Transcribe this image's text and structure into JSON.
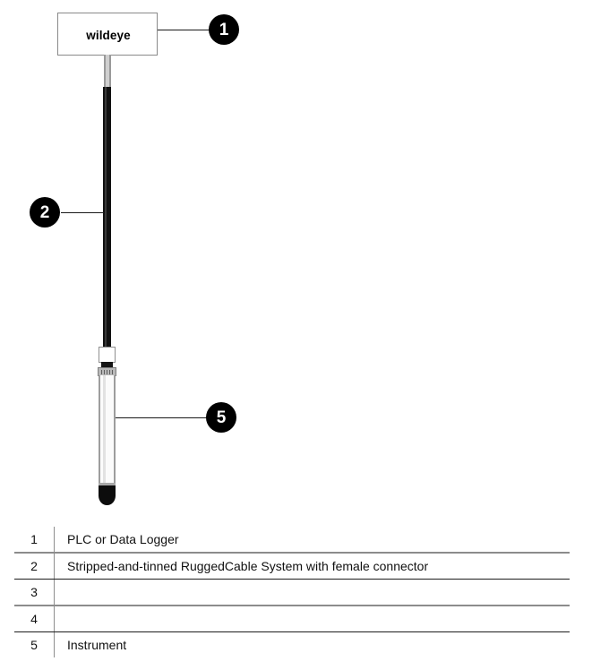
{
  "diagram": {
    "device": {
      "label": "wildeye",
      "name": "plc-data-logger-enclosure"
    },
    "callouts": [
      {
        "number": "1",
        "target": "plc-data-logger"
      },
      {
        "number": "2",
        "target": "ruggedcable-system"
      },
      {
        "number": "5",
        "target": "instrument"
      }
    ],
    "parts": {
      "cable": "black-jacketed-cable",
      "connector": "female-connector",
      "instrument": "instrument-barrel",
      "tip": "instrument-sensor-tip"
    }
  },
  "legend": {
    "rows": [
      {
        "number": "1",
        "description": "PLC or Data Logger"
      },
      {
        "number": "2",
        "description": "Stripped-and-tinned RuggedCable System with female connector"
      },
      {
        "number": "3",
        "description": ""
      },
      {
        "number": "4",
        "description": ""
      },
      {
        "number": "5",
        "description": "Instrument"
      }
    ]
  }
}
